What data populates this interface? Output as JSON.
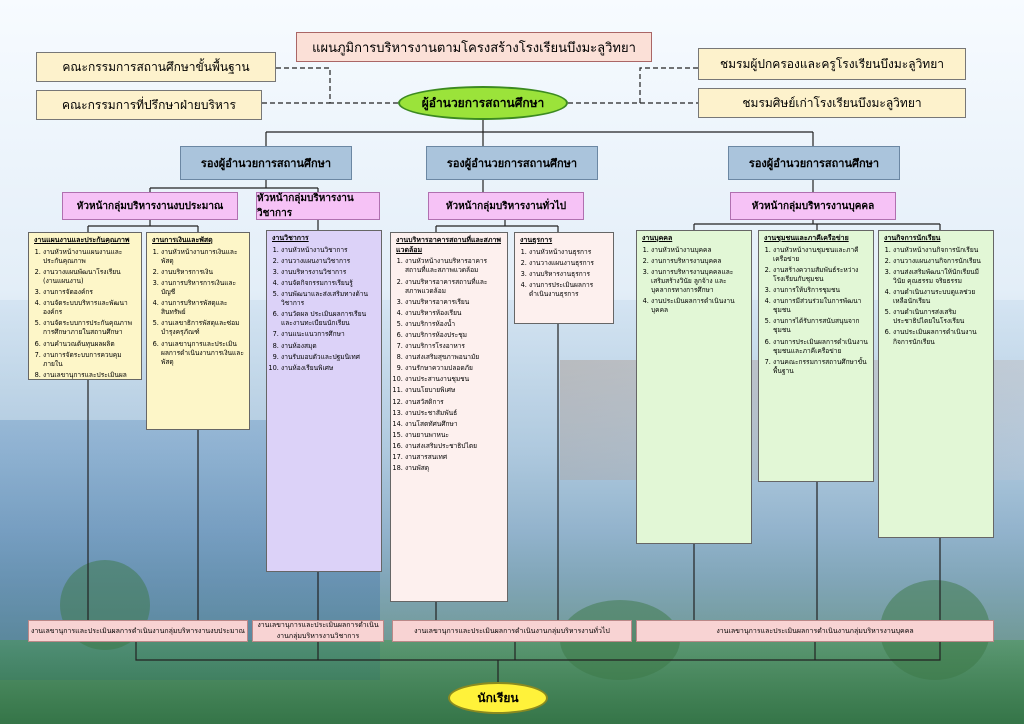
{
  "title": "แผนภูมิการบริหารงานตามโครงสร้างโรงเรียนบึงมะลูวิทยา",
  "left_boxes": [
    "คณะกรรมการสถานศึกษาขั้นพื้นฐาน",
    "คณะกรรมการที่ปรึกษาฝ่ายบริหาร"
  ],
  "right_boxes": [
    "ชมรมผู้ปกครองและครูโรงเรียนบึงมะลูวิทยา",
    "ชมรมศิษย์เก่าโรงเรียนบึงมะลูวิทยา"
  ],
  "director": "ผู้อำนวยการสถานศึกษา",
  "deputies": [
    "รองผู้อำนวยการสถานศึกษา",
    "รองผู้อำนวยการสถานศึกษา",
    "รองผู้อำนวยการสถานศึกษา"
  ],
  "heads": [
    "หัวหน้ากลุ่มบริหารงานงบประมาณ",
    "หัวหน้ากลุ่มบริหารงานวิชาการ",
    "หัวหน้ากลุ่มบริหารงานทั่วไป",
    "หัวหน้ากลุ่มบริหารงานบุคคล"
  ],
  "panels": [
    {
      "title": "งานแผนงานและประกันคุณภาพ",
      "items": [
        "งานหัวหน้างานแผนงานและประกันคุณภาพ",
        "งานวางแผนพัฒนาโรงเรียน (งานแผนงาน)",
        "งานการจัดองค์กร",
        "งานจัดระบบบริหารและพัฒนาองค์กร",
        "งานจัดระบบการประกันคุณภาพการศึกษาภายในสถานศึกษา",
        "งานคำนวณต้นทุนผลผลิต",
        "งานการจัดระบบการควบคุมภายใน",
        "งานเลขานุการและประเมินผลการดำเนินงานแผนงานและประกันคุณภาพ"
      ]
    },
    {
      "title": "งานการเงินและพัสดุ",
      "items": [
        "งานหัวหน้างานการเงินและพัสดุ",
        "งานบริหารการเงิน",
        "งานการบริหารการเงินและบัญชี",
        "งานการบริหารพัสดุและสินทรัพย์",
        "งานเลขาธิการพัสดุและซ่อมบำรุงครุภัณฑ์",
        "งานเลขานุการและประเมินผลการดำเนินงานการเงินและพัสดุ"
      ]
    },
    {
      "title": "งานวิชาการ",
      "items": [
        "งานหัวหน้างานวิชาการ",
        "งานวางแผนงานวิชาการ",
        "งานบริหารงานวิชาการ",
        "งานจัดกิจกรรมการเรียนรู้",
        "งานพัฒนาและส่งเสริมทางด้านวิชาการ",
        "งานวัดผล ประเมินผลการเรียนและงานทะเบียนนักเรียน",
        "งานแนะแนวการศึกษา",
        "งานห้องสมุด",
        "งานรับมอบตัวและปฐมนิเทศ",
        "งานห้องเรียนพิเศษ"
      ]
    },
    {
      "title": "งานบริหารอาคารสถานที่และสภาพแวดล้อม",
      "items": [
        "งานหัวหน้างานบริหารอาคารสถานที่และสภาพแวดล้อม",
        "งานบริหารอาคารสถานที่และสภาพแวดล้อม",
        "งานบริหารอาคารเรียน",
        "งานบริหารห้องเรียน",
        "งานบริการห้องน้ำ",
        "งานบริการห้องประชุม",
        "งานบริการโรงอาหาร",
        "งานส่งเสริมสุขภาพอนามัย",
        "งานรักษาความปลอดภัย",
        "งานประสานงานชุมชน",
        "งานนโยบายพิเศษ",
        "งานสวัสดิการ",
        "งานประชาสัมพันธ์",
        "งานโสตทัศนศึกษา",
        "งานยานพาหนะ",
        "งานส่งเสริมประชาธิปไตย",
        "งานสารสนเทศ",
        "งานพัสดุ"
      ]
    },
    {
      "title": "งานธุรการ",
      "items": [
        "งานหัวหน้างานธุรการ",
        "งานวางแผนงานธุรการ",
        "งานบริหารงานธุรการ",
        "งานการประเมินผลการดำเนินงานธุรการ"
      ]
    },
    {
      "title": "งานบุคคล",
      "items": [
        "งานหัวหน้างานบุคคล",
        "งานการบริหารงานบุคคล",
        "งานการบริหารงานบุคคลและเสริมสร้างวินัย ลูกจ้าง และบุคลากรทางการศึกษา",
        "งานประเมินผลการดำเนินงานบุคคล"
      ]
    },
    {
      "title": "งานชุมชนและภาคีเครือข่าย",
      "items": [
        "งานหัวหน้างานชุมชนและภาคีเครือข่าย",
        "งานสร้างความสัมพันธ์ระหว่างโรงเรียนกับชุมชน",
        "งานการให้บริการชุมชน",
        "งานการมีส่วนร่วมในการพัฒนาชุมชน",
        "งานการได้รับการสนับสนุนจากชุมชน",
        "งานการประเมินผลการดำเนินงานชุมชนและภาคีเครือข่าย",
        "งานคณะกรรมการสถานศึกษาขั้นพื้นฐาน"
      ]
    },
    {
      "title": "งานกิจการนักเรียน",
      "items": [
        "งานหัวหน้างานกิจการนักเรียน",
        "งานวางแผนงานกิจการนักเรียน",
        "งานส่งเสริมพัฒนาให้นักเรียนมีวินัย คุณธรรม จริยธรรม",
        "งานดำเนินงานระบบดูแลช่วยเหลือนักเรียน",
        "งานดำเนินการส่งเสริมประชาธิปไตยในโรงเรียน",
        "งานประเมินผลการดำเนินงานกิจการนักเรียน"
      ]
    }
  ],
  "bottom": [
    "งานเลขานุการและประเมินผลการดำเนินงานกลุ่มบริหารงานงบประมาณ",
    "งานเลขานุการและประเมินผลการดำเนินงานกลุ่มบริหารงานวิชาการ",
    "งานเลขานุการและประเมินผลการดำเนินงานกลุ่มบริหารงานทั่วไป",
    "งานเลขานุการและประเมินผลการดำเนินงานกลุ่มบริหารงานบุคคล"
  ],
  "student": "นักเรียน"
}
